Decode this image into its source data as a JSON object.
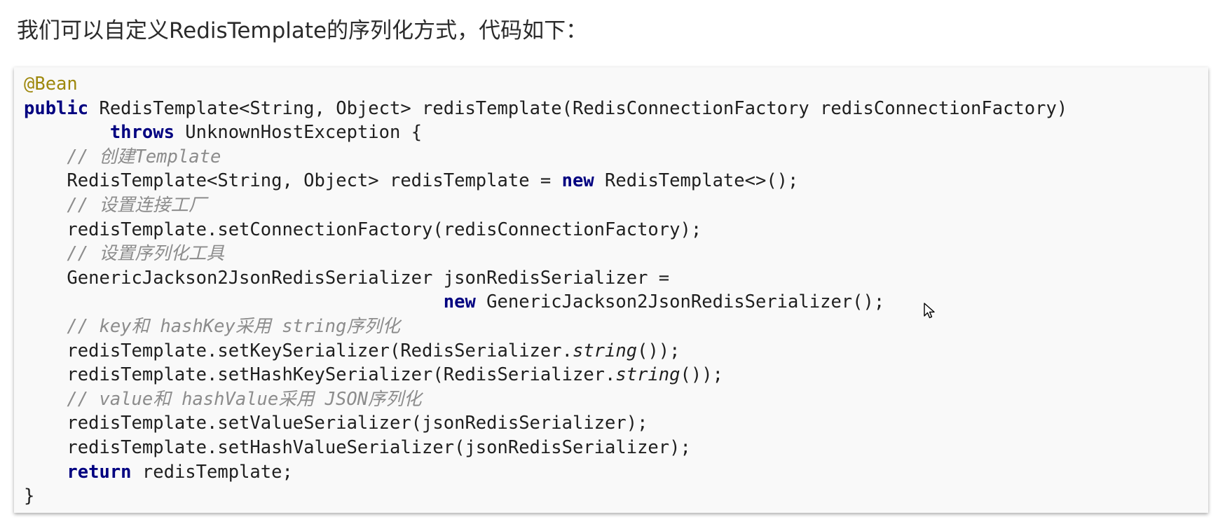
{
  "intro_text": "我们可以自定义RedisTemplate的序列化方式，代码如下：",
  "code": {
    "language": "java",
    "lines": [
      [
        {
          "t": "ann",
          "v": "@Bean"
        }
      ],
      [
        {
          "t": "kw",
          "v": "public"
        },
        {
          "t": "pl",
          "v": " RedisTemplate<String, Object> redisTemplate(RedisConnectionFactory redisConnectionFactory)"
        }
      ],
      [
        {
          "t": "pl",
          "v": "        "
        },
        {
          "t": "kw",
          "v": "throws"
        },
        {
          "t": "pl",
          "v": " UnknownHostException {"
        }
      ],
      [
        {
          "t": "pl",
          "v": "    "
        },
        {
          "t": "cm",
          "v": "// 创建Template"
        }
      ],
      [
        {
          "t": "pl",
          "v": "    RedisTemplate<String, Object> redisTemplate = "
        },
        {
          "t": "kw",
          "v": "new"
        },
        {
          "t": "pl",
          "v": " RedisTemplate<>();"
        }
      ],
      [
        {
          "t": "pl",
          "v": "    "
        },
        {
          "t": "cm",
          "v": "// 设置连接工厂"
        }
      ],
      [
        {
          "t": "pl",
          "v": "    redisTemplate.setConnectionFactory(redisConnectionFactory);"
        }
      ],
      [
        {
          "t": "pl",
          "v": "    "
        },
        {
          "t": "cm",
          "v": "// 设置序列化工具"
        }
      ],
      [
        {
          "t": "pl",
          "v": "    GenericJackson2JsonRedisSerializer jsonRedisSerializer ="
        }
      ],
      [
        {
          "t": "pl",
          "v": "                                       "
        },
        {
          "t": "kw",
          "v": "new"
        },
        {
          "t": "pl",
          "v": " GenericJackson2JsonRedisSerializer();"
        }
      ],
      [
        {
          "t": "pl",
          "v": "    "
        },
        {
          "t": "cm",
          "v": "// key和 hashKey采用 string序列化"
        }
      ],
      [
        {
          "t": "pl",
          "v": "    redisTemplate.setKeySerializer(RedisSerializer."
        },
        {
          "t": "it",
          "v": "string"
        },
        {
          "t": "pl",
          "v": "());"
        }
      ],
      [
        {
          "t": "pl",
          "v": "    redisTemplate.setHashKeySerializer(RedisSerializer."
        },
        {
          "t": "it",
          "v": "string"
        },
        {
          "t": "pl",
          "v": "());"
        }
      ],
      [
        {
          "t": "pl",
          "v": "    "
        },
        {
          "t": "cm",
          "v": "// value和 hashValue采用 JSON序列化"
        }
      ],
      [
        {
          "t": "pl",
          "v": "    redisTemplate.setValueSerializer(jsonRedisSerializer);"
        }
      ],
      [
        {
          "t": "pl",
          "v": "    redisTemplate.setHashValueSerializer(jsonRedisSerializer);"
        }
      ],
      [
        {
          "t": "pl",
          "v": "    "
        },
        {
          "t": "kw",
          "v": "return"
        },
        {
          "t": "pl",
          "v": " redisTemplate;"
        }
      ],
      [
        {
          "t": "pl",
          "v": "}"
        }
      ]
    ]
  },
  "colors": {
    "annotation": "#9e880d",
    "keyword": "#000080",
    "comment": "#8c8c8c",
    "text": "#1f1f1f",
    "code_background": "#f9f9f9"
  },
  "cursor": {
    "icon": "mouse-pointer-icon"
  }
}
